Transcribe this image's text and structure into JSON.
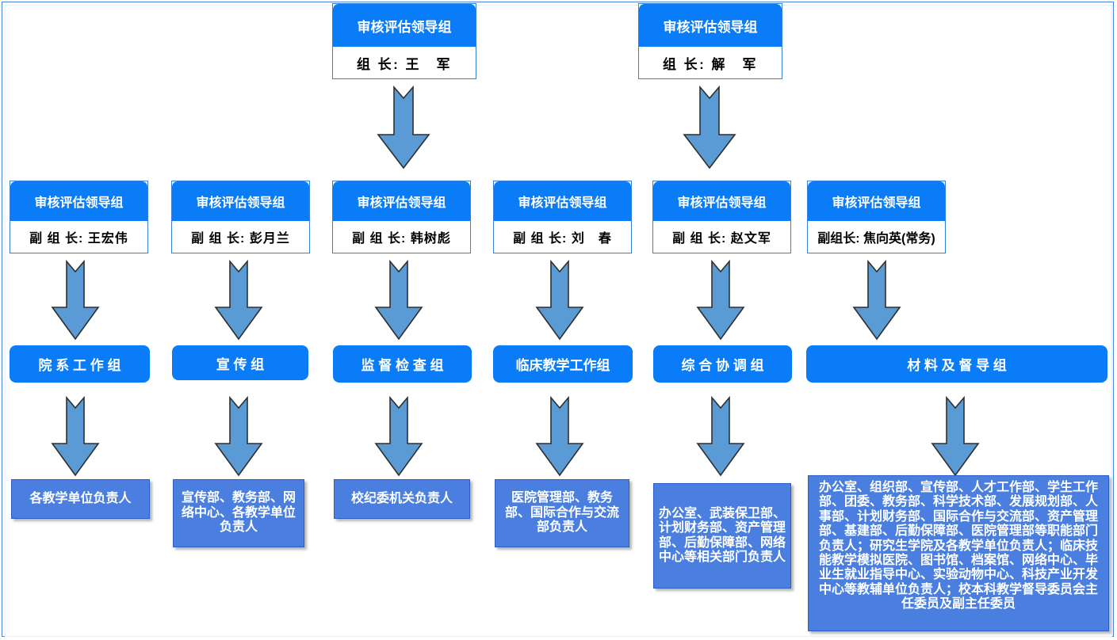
{
  "diagram": {
    "title_semantic": "审核评估工作组织结构图",
    "colors": {
      "header_blue": "#0a7cf7",
      "pill_blue": "#0a7cf7",
      "member_blue": "#4a7fe0",
      "arrow_blue": "#5b9bd5",
      "arrow_outline": "#2f2f2f",
      "frame_blue": "#4a86d8",
      "card_border": "#3a7fd5",
      "text_white": "#ffffff",
      "text_black": "#000000"
    },
    "top_leaders": [
      {
        "title": "审核评估领导组",
        "role": "组 长:  王　军"
      },
      {
        "title": "审核评估领导组",
        "role": "组 长:  解　军"
      }
    ],
    "deputy_leaders": [
      {
        "title": "审核评估领导组",
        "role": "副 组 长: 王宏伟"
      },
      {
        "title": "审核评估领导组",
        "role": "副 组 长: 彭月兰"
      },
      {
        "title": "审核评估领导组",
        "role": "副 组 长: 韩树彪"
      },
      {
        "title": "审核评估领导组",
        "role": "副 组 长: 刘　春"
      },
      {
        "title": "审核评估领导组",
        "role": "副 组 长: 赵文军"
      },
      {
        "title": "审核评估领导组",
        "role": "副组长: 焦向英(常务)"
      }
    ],
    "groups": [
      {
        "label": "院 系 工 作 组"
      },
      {
        "label": "宣 传 组"
      },
      {
        "label": "监 督 检 查 组"
      },
      {
        "label": "临床教学工作组"
      },
      {
        "label": "综 合 协 调 组"
      },
      {
        "label": "材 料 及 督 导 组"
      }
    ],
    "members": [
      {
        "text": "各教学单位负责人"
      },
      {
        "text": "宣传部、教务部、网络中心、各教学单位负责人"
      },
      {
        "text": "校纪委机关负责人"
      },
      {
        "text": "医院管理部、教务部、国际合作与交流部负责人"
      },
      {
        "text": "办公室、武装保卫部、计划财务部、资产管理部、后勤保障部、网络中心等相关部门负责人"
      },
      {
        "text": "办公室、组织部、宣传部、人才工作部、学生工作部、团委、教务部、科学技术部、发展规划部、人事部、计划财务部、国际合作与交流部、资产管理部、基建部、后勤保障部、医院管理部等职能部门负责人；研究生学院及各教学单位负责人；临床技能教学模拟医院、图书馆、档案馆、网络中心、毕业生就业指导中心、实验动物中心、科技产业开发中心等教辅单位负责人；校本科教学督导委员会主任委员及副主任委员"
      }
    ],
    "arrows": {
      "count": 14,
      "direction": "down",
      "shape": "notched-tail-down-arrow"
    }
  }
}
